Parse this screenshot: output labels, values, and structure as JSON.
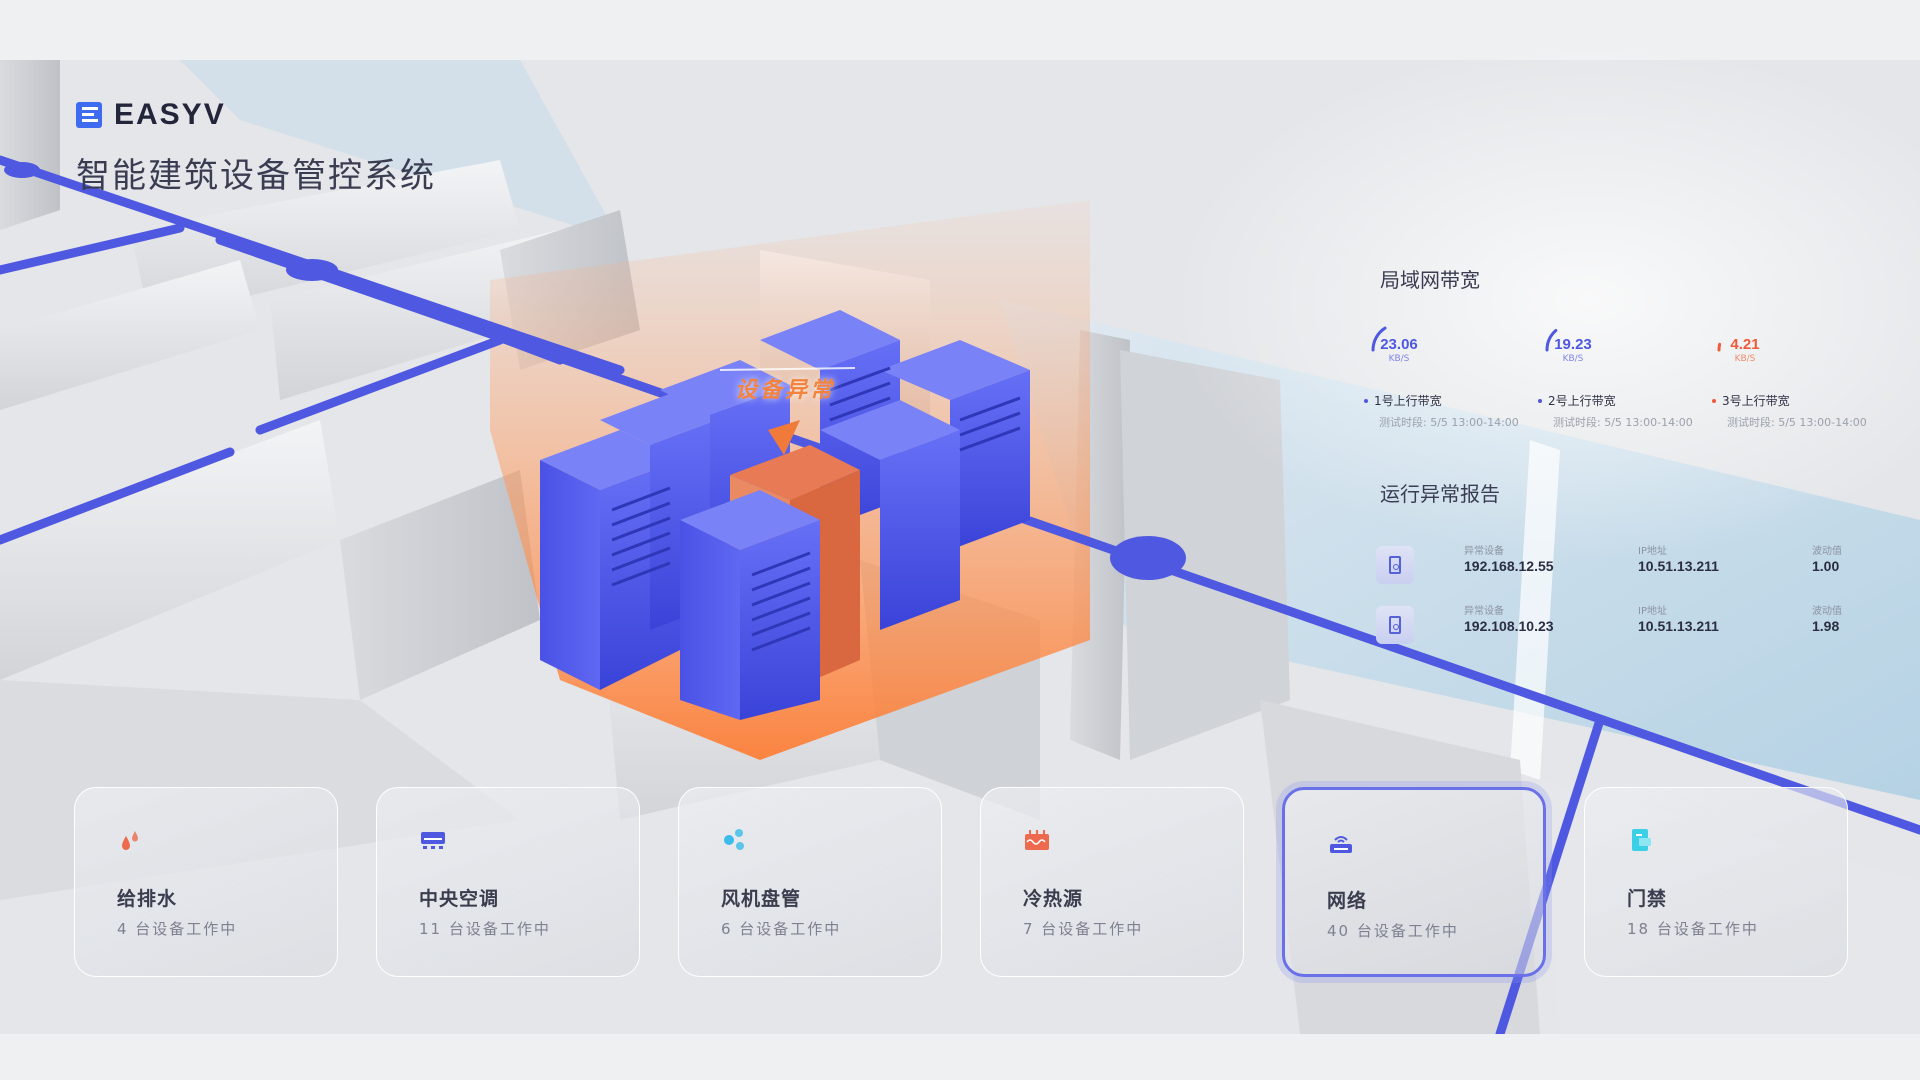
{
  "header": {
    "brand": "EASYV",
    "title": "智能建筑设备管控系统"
  },
  "alert": {
    "label": "设备异常"
  },
  "bandwidth": {
    "title": "局域网带宽",
    "unit": "KB/S",
    "items": [
      {
        "value": "23.06",
        "label": "1号上行带宽",
        "period": "测试时段: 5/5 13:00-14:00",
        "color": "#4f58e0",
        "level": 0.32
      },
      {
        "value": "19.23",
        "label": "2号上行带宽",
        "period": "测试时段: 5/5 13:00-14:00",
        "color": "#4f58e0",
        "level": 0.27
      },
      {
        "value": "4.21",
        "label": "3号上行带宽",
        "period": "测试时段: 5/5 13:00-14:00",
        "color": "#ee5a3a",
        "level": 0.07
      }
    ]
  },
  "report": {
    "title": "运行异常报告",
    "col_device": "异常设备",
    "col_ip": "IP地址",
    "col_fluct": "波动值",
    "rows": [
      {
        "device": "192.168.12.55",
        "ip": "10.51.13.211",
        "fluct": "1.00"
      },
      {
        "device": "192.108.10.23",
        "ip": "10.51.13.211",
        "fluct": "1.98"
      }
    ]
  },
  "cards": [
    {
      "title": "给排水",
      "sub": "4 台设备工作中",
      "icon": "water-drops-icon",
      "color": "#ee6a4e"
    },
    {
      "title": "中央空调",
      "sub": "11 台设备工作中",
      "icon": "air-conditioner-icon",
      "color": "#4f58e0"
    },
    {
      "title": "风机盘管",
      "sub": "6 台设备工作中",
      "icon": "fan-coil-icon",
      "color": "#3bbcea"
    },
    {
      "title": "冷热源",
      "sub": "7 台设备工作中",
      "icon": "heat-source-icon",
      "color": "#ee6a4e"
    },
    {
      "title": "网络",
      "sub": "40 台设备工作中",
      "icon": "router-icon",
      "color": "#4f58e0",
      "active": true
    },
    {
      "title": "门禁",
      "sub": "18 台设备工作中",
      "icon": "access-card-icon",
      "color": "#3bd0e6"
    }
  ]
}
